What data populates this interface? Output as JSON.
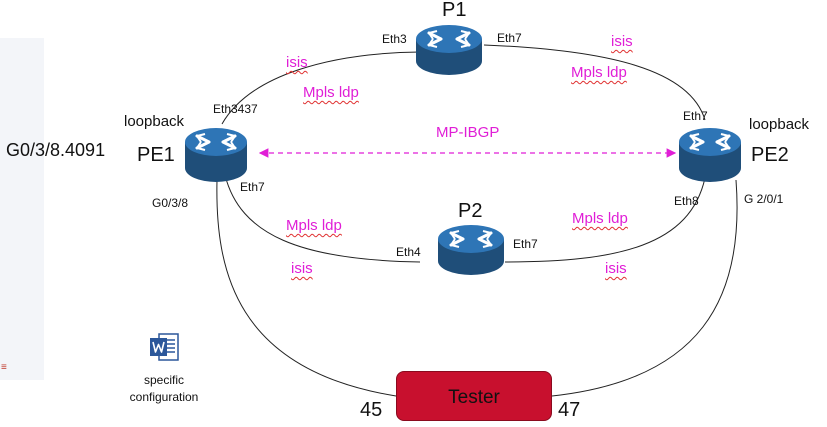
{
  "nodes": {
    "p1": {
      "name": "P1",
      "left_port": "Eth3",
      "right_port": "Eth7"
    },
    "p2": {
      "name": "P2",
      "left_port": "Eth4",
      "right_port": "Eth7"
    },
    "pe1": {
      "name": "PE1",
      "loopback": "loopback",
      "subinterface": "G0/3/8.4091",
      "top_port": "Eth3437",
      "bottom_port": "Eth7",
      "tester_port": "G0/3/8"
    },
    "pe2": {
      "name": "PE2",
      "loopback": "loopback",
      "top_port": "Eth7",
      "bottom_port": "Eth8",
      "tester_port": "G 2/0/1"
    }
  },
  "links": {
    "pe1_p1": {
      "igp": "isis",
      "ldp": "Mpls ldp"
    },
    "p1_pe2": {
      "igp": "isis",
      "ldp": "Mpls ldp"
    },
    "pe1_p2": {
      "igp": "isis",
      "ldp": "Mpls ldp"
    },
    "p2_pe2": {
      "igp": "isis",
      "ldp": "Mpls ldp"
    },
    "pe1_pe2": {
      "session": "MP-IBGP"
    }
  },
  "tester": {
    "label": "Tester",
    "port_left": "45",
    "port_right": "47"
  },
  "document": {
    "caption_line1": "specific",
    "caption_line2": "configuration",
    "icon": "word-document-icon"
  },
  "colors": {
    "router_body": "#1f4e79",
    "router_top": "#2e75b6",
    "protocol_text": "#e01ed6",
    "tester_fill": "#c8102e"
  }
}
